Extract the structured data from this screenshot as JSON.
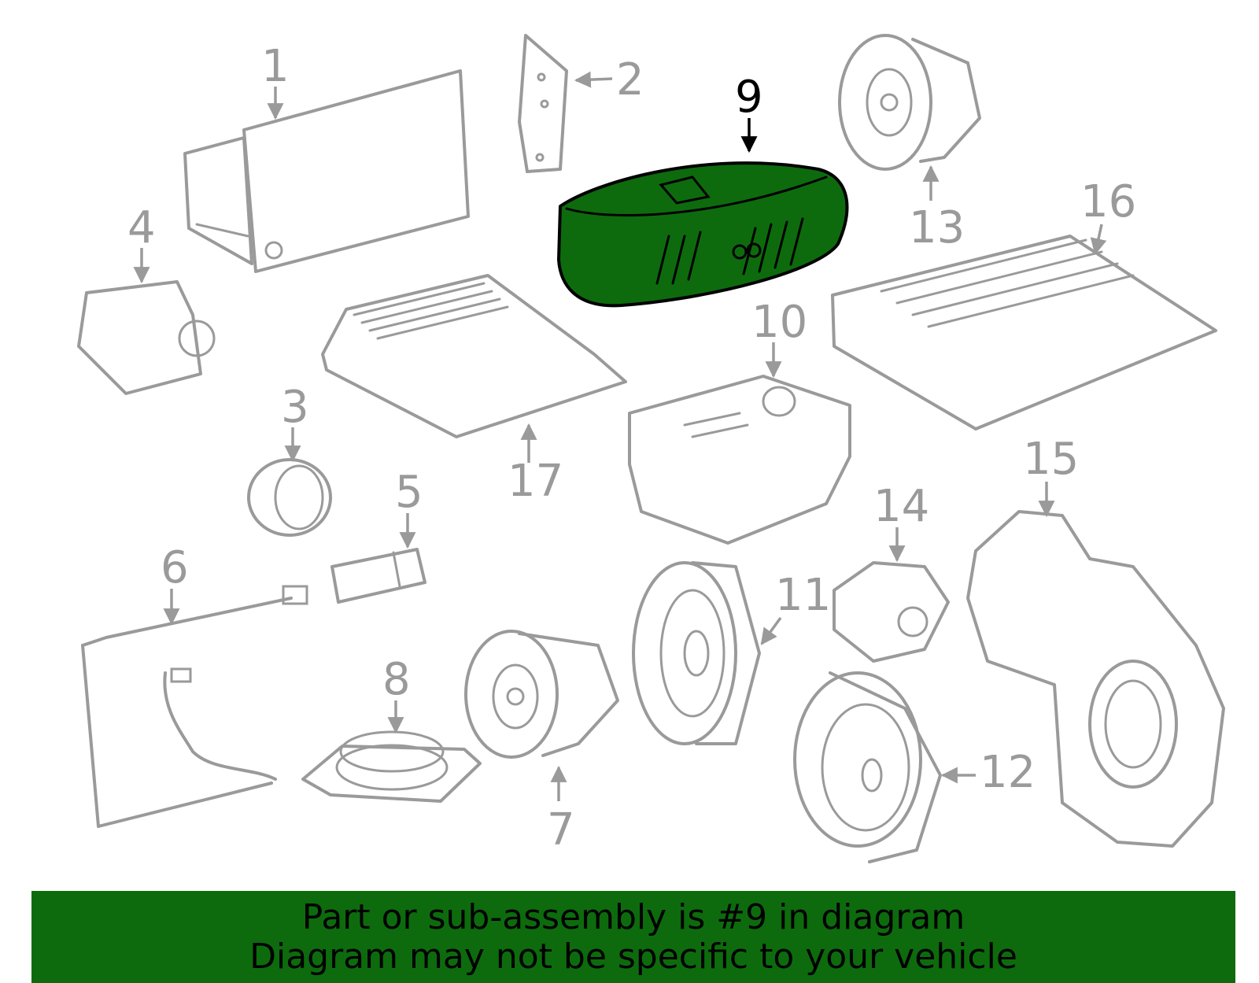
{
  "diagram": {
    "highlight_color": "#0d6b0d",
    "line_color": "#9a9a9a",
    "highlighted_part": "9",
    "callouts": [
      "1",
      "2",
      "3",
      "4",
      "5",
      "6",
      "7",
      "8",
      "9",
      "10",
      "11",
      "12",
      "13",
      "14",
      "15",
      "16",
      "17"
    ]
  },
  "banner": {
    "line1": "Part or sub-assembly is #9 in diagram",
    "line2": "Diagram may not be specific to your vehicle"
  }
}
